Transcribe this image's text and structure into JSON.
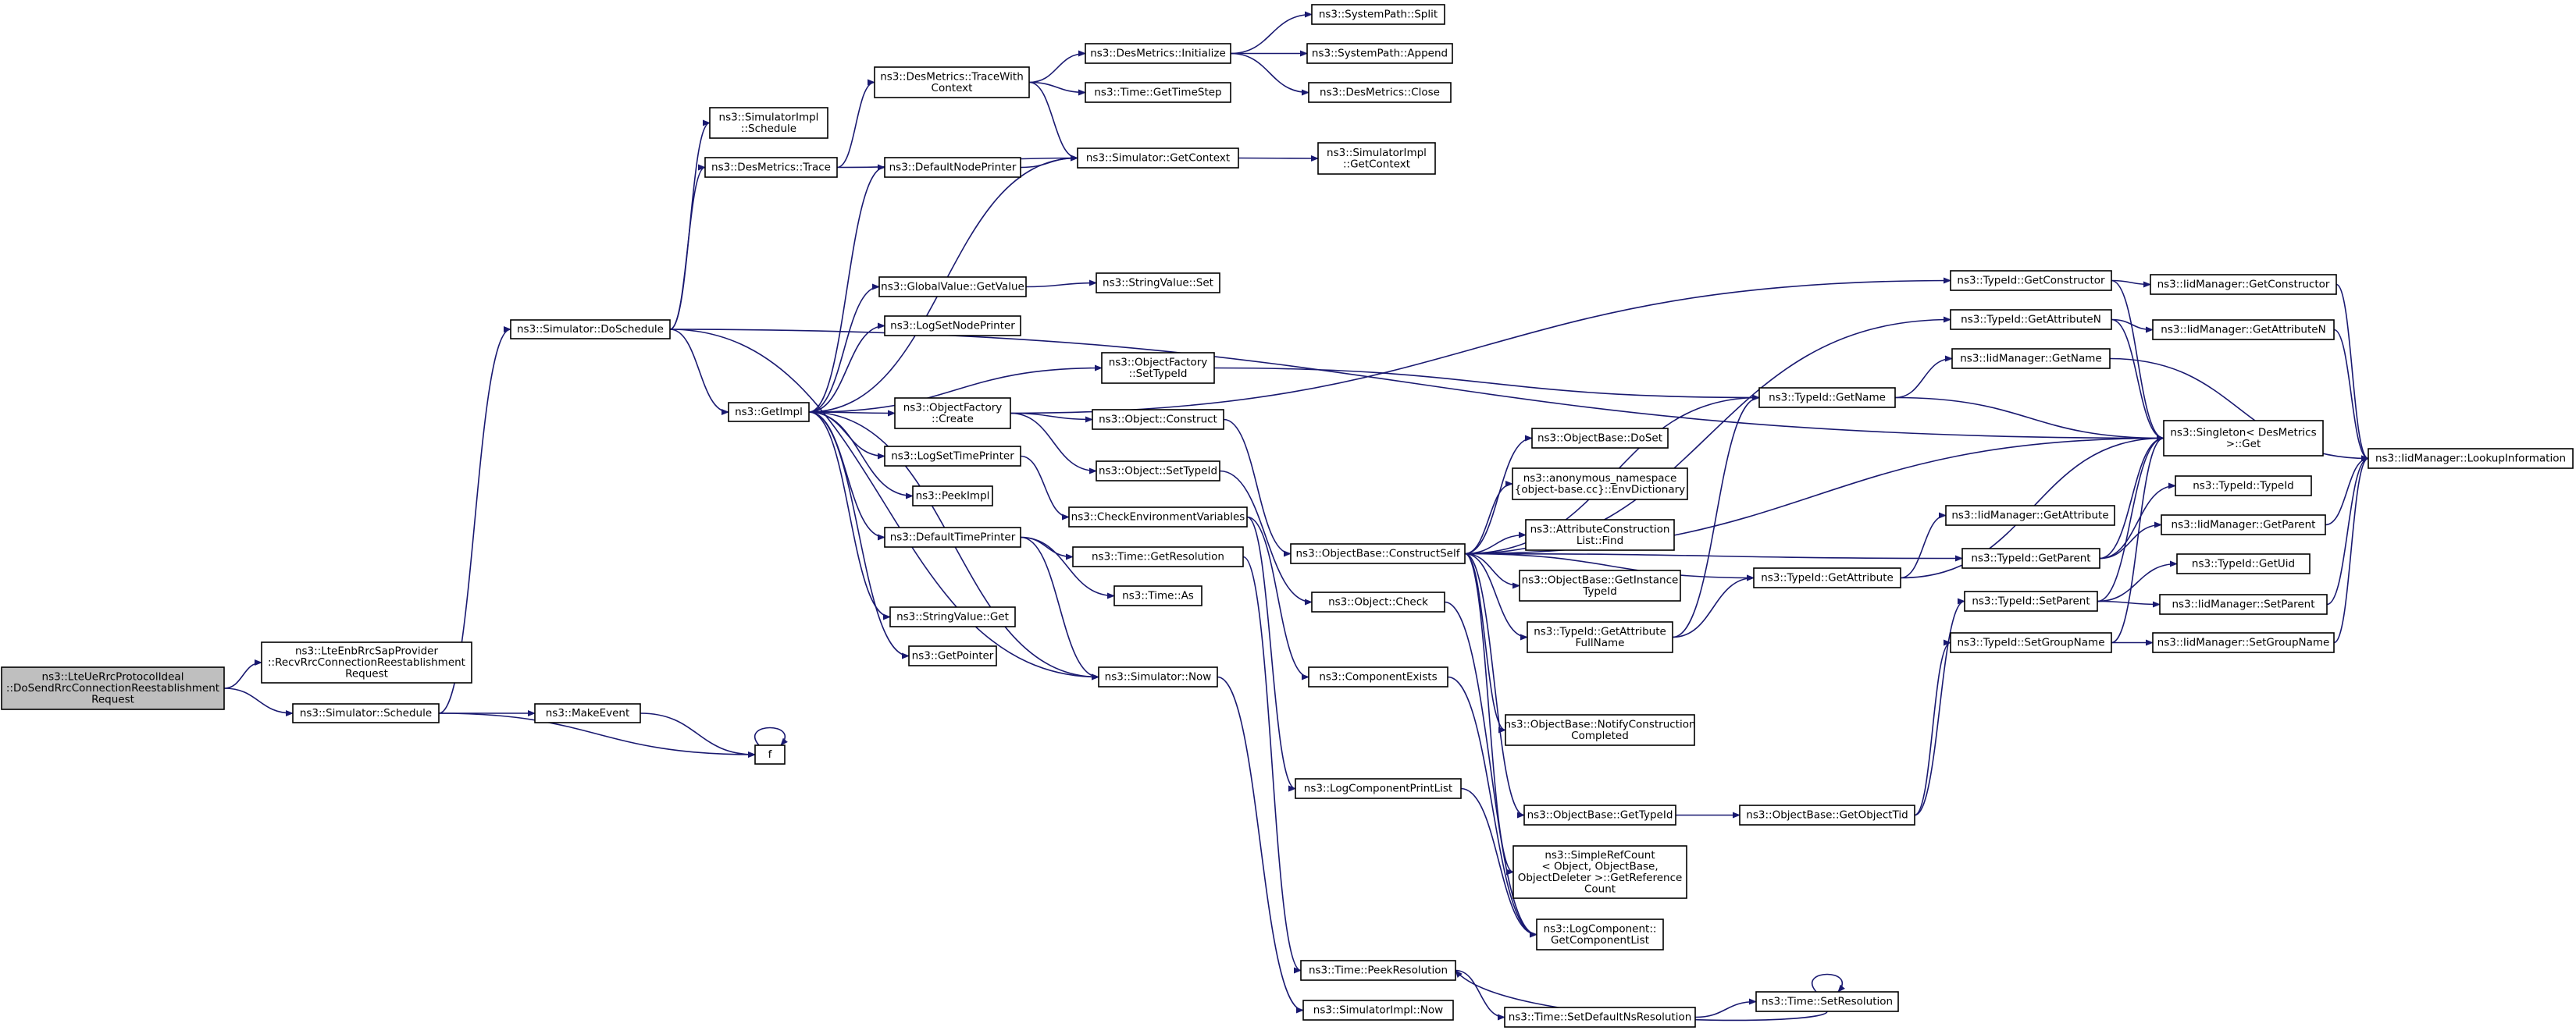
{
  "nodes": [
    {
      "id": "root",
      "lines": [
        "ns3::LteUeRrcProtocolIdeal",
        "::DoSendRrcConnectionReestablishment",
        "Request"
      ],
      "root": true
    },
    {
      "id": "recv",
      "lines": [
        "ns3::LteEnbRrcSapProvider",
        "::RecvRrcConnectionReestablishment",
        "Request"
      ]
    },
    {
      "id": "sched",
      "lines": [
        "ns3::Simulator::Schedule"
      ]
    },
    {
      "id": "doSched",
      "lines": [
        "ns3::Simulator::DoSchedule"
      ]
    },
    {
      "id": "makeEvent",
      "lines": [
        "ns3::MakeEvent"
      ]
    },
    {
      "id": "f",
      "lines": [
        "f"
      ]
    },
    {
      "id": "simImplSched",
      "lines": [
        "ns3::SimulatorImpl",
        "::Schedule"
      ]
    },
    {
      "id": "desTrace",
      "lines": [
        "ns3::DesMetrics::Trace"
      ]
    },
    {
      "id": "getImpl",
      "lines": [
        "ns3::GetImpl"
      ]
    },
    {
      "id": "traceCtx",
      "lines": [
        "ns3::DesMetrics::TraceWith",
        "Context"
      ]
    },
    {
      "id": "desInit",
      "lines": [
        "ns3::DesMetrics::Initialize"
      ]
    },
    {
      "id": "timeStep",
      "lines": [
        "ns3::Time::GetTimeStep"
      ]
    },
    {
      "id": "spSplit",
      "lines": [
        "ns3::SystemPath::Split"
      ]
    },
    {
      "id": "spAppend",
      "lines": [
        "ns3::SystemPath::Append"
      ]
    },
    {
      "id": "desClose",
      "lines": [
        "ns3::DesMetrics::Close"
      ]
    },
    {
      "id": "defNodePrinter",
      "lines": [
        "ns3::DefaultNodePrinter"
      ]
    },
    {
      "id": "simGetCtx",
      "lines": [
        "ns3::Simulator::GetContext"
      ]
    },
    {
      "id": "simImplCtx",
      "lines": [
        "ns3::SimulatorImpl",
        "::GetContext"
      ]
    },
    {
      "id": "gvGetValue",
      "lines": [
        "ns3::GlobalValue::GetValue"
      ]
    },
    {
      "id": "svSet",
      "lines": [
        "ns3::StringValue::Set"
      ]
    },
    {
      "id": "logSetNode",
      "lines": [
        "ns3::LogSetNodePrinter"
      ]
    },
    {
      "id": "ofSetTypeId",
      "lines": [
        "ns3::ObjectFactory",
        "::SetTypeId"
      ]
    },
    {
      "id": "ofCreate",
      "lines": [
        "ns3::ObjectFactory",
        "::Create"
      ]
    },
    {
      "id": "objConstruct",
      "lines": [
        "ns3::Object::Construct"
      ]
    },
    {
      "id": "logSetTime",
      "lines": [
        "ns3::LogSetTimePrinter"
      ]
    },
    {
      "id": "objSetTypeId",
      "lines": [
        "ns3::Object::SetTypeId"
      ]
    },
    {
      "id": "peekImpl",
      "lines": [
        "ns3::PeekImpl"
      ]
    },
    {
      "id": "checkEnv",
      "lines": [
        "ns3::CheckEnvironmentVariables"
      ]
    },
    {
      "id": "defTimePrinter",
      "lines": [
        "ns3::DefaultTimePrinter"
      ]
    },
    {
      "id": "timeGetRes",
      "lines": [
        "ns3::Time::GetResolution"
      ]
    },
    {
      "id": "timeAs",
      "lines": [
        "ns3::Time::As"
      ]
    },
    {
      "id": "svGet",
      "lines": [
        "ns3::StringValue::Get"
      ]
    },
    {
      "id": "getPointer",
      "lines": [
        "ns3::GetPointer"
      ]
    },
    {
      "id": "simNow",
      "lines": [
        "ns3::Simulator::Now"
      ]
    },
    {
      "id": "constructSelf",
      "lines": [
        "ns3::ObjectBase::ConstructSelf"
      ]
    },
    {
      "id": "objCheck",
      "lines": [
        "ns3::Object::Check"
      ]
    },
    {
      "id": "compExists",
      "lines": [
        "ns3::ComponentExists"
      ]
    },
    {
      "id": "logCompPrint",
      "lines": [
        "ns3::LogComponentPrintList"
      ]
    },
    {
      "id": "timePeekRes",
      "lines": [
        "ns3::Time::PeekResolution"
      ]
    },
    {
      "id": "simImplNow",
      "lines": [
        "ns3::SimulatorImpl::Now"
      ]
    },
    {
      "id": "obDoSet",
      "lines": [
        "ns3::ObjectBase::DoSet"
      ]
    },
    {
      "id": "anonEnv",
      "lines": [
        "ns3::anonymous_namespace",
        "{object-base.cc}::EnvDictionary"
      ]
    },
    {
      "id": "attrConsFind",
      "lines": [
        "ns3::AttributeConstruction",
        "List::Find"
      ]
    },
    {
      "id": "obGetInst",
      "lines": [
        "ns3::ObjectBase::GetInstance",
        "TypeId"
      ]
    },
    {
      "id": "tidGetAttrFull",
      "lines": [
        "ns3::TypeId::GetAttribute",
        "FullName"
      ]
    },
    {
      "id": "obNotify",
      "lines": [
        "ns3::ObjectBase::NotifyConstruction",
        "Completed"
      ]
    },
    {
      "id": "obGetTypeId",
      "lines": [
        "ns3::ObjectBase::GetTypeId"
      ]
    },
    {
      "id": "srcGetRef",
      "lines": [
        "ns3::SimpleRefCount",
        "< Object, ObjectBase,",
        "ObjectDeleter >::GetReference",
        "Count"
      ]
    },
    {
      "id": "logCompGetList",
      "lines": [
        "ns3::LogComponent::",
        "GetComponentList"
      ]
    },
    {
      "id": "timeSetDefNs",
      "lines": [
        "ns3::Time::SetDefaultNsResolution"
      ]
    },
    {
      "id": "timeSetRes",
      "lines": [
        "ns3::Time::SetResolution"
      ]
    },
    {
      "id": "tidGetName",
      "lines": [
        "ns3::TypeId::GetName"
      ]
    },
    {
      "id": "tidGetAttr",
      "lines": [
        "ns3::TypeId::GetAttribute"
      ]
    },
    {
      "id": "obGetObjTid",
      "lines": [
        "ns3::ObjectBase::GetObjectTid"
      ]
    },
    {
      "id": "tidGetCons",
      "lines": [
        "ns3::TypeId::GetConstructor"
      ]
    },
    {
      "id": "tidGetAttrN",
      "lines": [
        "ns3::TypeId::GetAttributeN"
      ]
    },
    {
      "id": "iidGetName",
      "lines": [
        "ns3::IidManager::GetName"
      ]
    },
    {
      "id": "singleton",
      "lines": [
        "ns3::Singleton< DesMetrics",
        " >::Get"
      ]
    },
    {
      "id": "iidGetAttr",
      "lines": [
        "ns3::IidManager::GetAttribute"
      ]
    },
    {
      "id": "tidGetParent",
      "lines": [
        "ns3::TypeId::GetParent"
      ]
    },
    {
      "id": "tidSetParent",
      "lines": [
        "ns3::TypeId::SetParent"
      ]
    },
    {
      "id": "tidSetGroup",
      "lines": [
        "ns3::TypeId::SetGroupName"
      ]
    },
    {
      "id": "iidGetCons",
      "lines": [
        "ns3::IidManager::GetConstructor"
      ]
    },
    {
      "id": "iidGetAttrN",
      "lines": [
        "ns3::IidManager::GetAttributeN"
      ]
    },
    {
      "id": "tidTypeId",
      "lines": [
        "ns3::TypeId::TypeId"
      ]
    },
    {
      "id": "iidGetParent",
      "lines": [
        "ns3::IidManager::GetParent"
      ]
    },
    {
      "id": "tidGetUid",
      "lines": [
        "ns3::TypeId::GetUid"
      ]
    },
    {
      "id": "iidSetParent",
      "lines": [
        "ns3::IidManager::SetParent"
      ]
    },
    {
      "id": "iidSetGroup",
      "lines": [
        "ns3::IidManager::SetGroupName"
      ]
    },
    {
      "id": "iidLookup",
      "lines": [
        "ns3::IidManager::LookupInformation"
      ]
    }
  ],
  "edges": [
    [
      "root",
      "recv"
    ],
    [
      "root",
      "sched"
    ],
    [
      "sched",
      "doSched"
    ],
    [
      "sched",
      "makeEvent"
    ],
    [
      "sched",
      "f"
    ],
    [
      "makeEvent",
      "f"
    ],
    [
      "f",
      "f"
    ],
    [
      "doSched",
      "simImplSched"
    ],
    [
      "doSched",
      "desTrace"
    ],
    [
      "doSched",
      "getImpl"
    ],
    [
      "doSched",
      "singleton"
    ],
    [
      "doSched",
      "simNow"
    ],
    [
      "desTrace",
      "traceCtx"
    ],
    [
      "desTrace",
      "simGetCtx"
    ],
    [
      "traceCtx",
      "desInit"
    ],
    [
      "traceCtx",
      "timeStep"
    ],
    [
      "traceCtx",
      "simGetCtx"
    ],
    [
      "desInit",
      "spSplit"
    ],
    [
      "desInit",
      "spAppend"
    ],
    [
      "desInit",
      "desClose"
    ],
    [
      "simGetCtx",
      "simImplCtx"
    ],
    [
      "defNodePrinter",
      "simGetCtx"
    ],
    [
      "getImpl",
      "defNodePrinter"
    ],
    [
      "getImpl",
      "simGetCtx"
    ],
    [
      "getImpl",
      "gvGetValue"
    ],
    [
      "getImpl",
      "logSetNode"
    ],
    [
      "getImpl",
      "ofSetTypeId"
    ],
    [
      "getImpl",
      "ofCreate"
    ],
    [
      "getImpl",
      "logSetTime"
    ],
    [
      "getImpl",
      "peekImpl"
    ],
    [
      "getImpl",
      "defTimePrinter"
    ],
    [
      "getImpl",
      "svGet"
    ],
    [
      "getImpl",
      "getPointer"
    ],
    [
      "getImpl",
      "simNow"
    ],
    [
      "gvGetValue",
      "svSet"
    ],
    [
      "ofSetTypeId",
      "tidGetName"
    ],
    [
      "ofCreate",
      "objConstruct"
    ],
    [
      "ofCreate",
      "objSetTypeId"
    ],
    [
      "ofCreate",
      "tidGetCons"
    ],
    [
      "objConstruct",
      "constructSelf"
    ],
    [
      "objSetTypeId",
      "objCheck"
    ],
    [
      "logSetTime",
      "checkEnv"
    ],
    [
      "checkEnv",
      "compExists"
    ],
    [
      "checkEnv",
      "logCompPrint"
    ],
    [
      "defTimePrinter",
      "timeGetRes"
    ],
    [
      "defTimePrinter",
      "timeAs"
    ],
    [
      "defTimePrinter",
      "simNow"
    ],
    [
      "timeGetRes",
      "timePeekRes"
    ],
    [
      "simNow",
      "simImplNow"
    ],
    [
      "compExists",
      "logCompGetList"
    ],
    [
      "logCompPrint",
      "logCompGetList"
    ],
    [
      "timePeekRes",
      "timeSetDefNs"
    ],
    [
      "timeSetDefNs",
      "timeSetRes"
    ],
    [
      "timeSetRes",
      "timePeekRes"
    ],
    [
      "timeSetRes",
      "timeSetRes"
    ],
    [
      "constructSelf",
      "tidGetAttrN"
    ],
    [
      "constructSelf",
      "tidGetName"
    ],
    [
      "constructSelf",
      "obDoSet"
    ],
    [
      "constructSelf",
      "anonEnv"
    ],
    [
      "constructSelf",
      "attrConsFind"
    ],
    [
      "constructSelf",
      "obGetInst"
    ],
    [
      "constructSelf",
      "tidGetAttrFull"
    ],
    [
      "constructSelf",
      "tidGetAttr"
    ],
    [
      "constructSelf",
      "obNotify"
    ],
    [
      "constructSelf",
      "obGetTypeId"
    ],
    [
      "constructSelf",
      "srcGetRef"
    ],
    [
      "constructSelf",
      "tidGetParent"
    ],
    [
      "constructSelf",
      "singleton"
    ],
    [
      "objCheck",
      "logCompGetList"
    ],
    [
      "tidGetAttrFull",
      "tidGetName"
    ],
    [
      "tidGetAttrFull",
      "tidGetAttr"
    ],
    [
      "obGetTypeId",
      "obGetObjTid"
    ],
    [
      "obGetObjTid",
      "tidSetParent"
    ],
    [
      "obGetObjTid",
      "tidSetGroup"
    ],
    [
      "tidGetName",
      "iidGetName"
    ],
    [
      "tidGetName",
      "singleton"
    ],
    [
      "tidGetAttr",
      "iidGetAttr"
    ],
    [
      "tidGetAttr",
      "singleton"
    ],
    [
      "tidGetCons",
      "iidGetCons"
    ],
    [
      "tidGetCons",
      "singleton"
    ],
    [
      "tidGetAttrN",
      "iidGetAttrN"
    ],
    [
      "tidGetAttrN",
      "singleton"
    ],
    [
      "tidGetParent",
      "iidGetParent"
    ],
    [
      "tidGetParent",
      "singleton"
    ],
    [
      "tidGetParent",
      "tidTypeId"
    ],
    [
      "tidSetParent",
      "iidSetParent"
    ],
    [
      "tidSetParent",
      "tidGetUid"
    ],
    [
      "tidSetParent",
      "singleton"
    ],
    [
      "tidSetGroup",
      "iidSetGroup"
    ],
    [
      "tidSetGroup",
      "singleton"
    ],
    [
      "iidGetName",
      "iidLookup"
    ],
    [
      "iidGetCons",
      "iidLookup"
    ],
    [
      "iidGetAttrN",
      "iidLookup"
    ],
    [
      "iidGetParent",
      "iidLookup"
    ],
    [
      "iidSetParent",
      "iidLookup"
    ],
    [
      "iidSetGroup",
      "iidLookup"
    ]
  ]
}
